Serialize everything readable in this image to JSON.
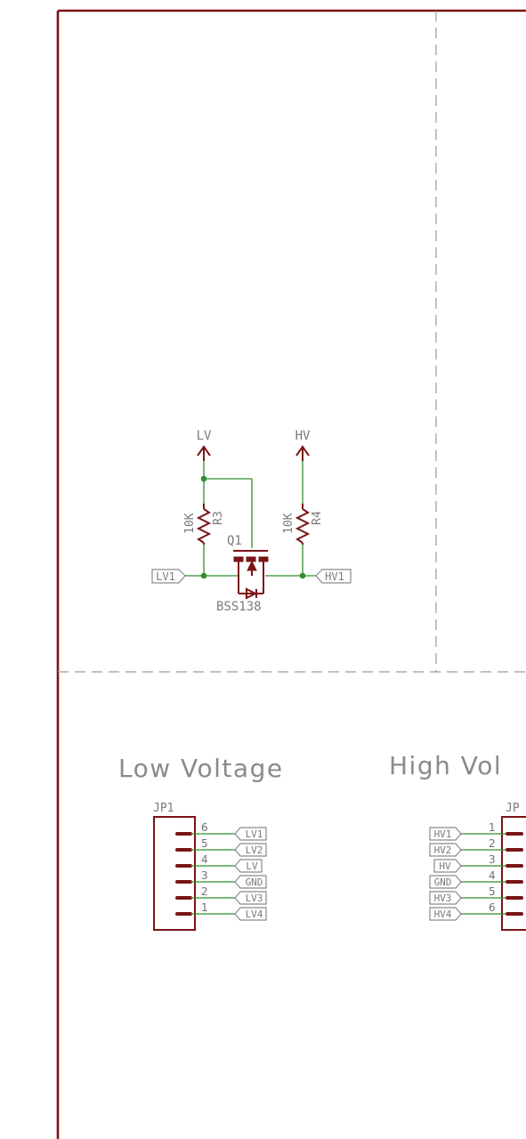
{
  "circuit": {
    "supply_lv": "LV",
    "supply_hv": "HV",
    "r3_value": "10K",
    "r3_name": "R3",
    "r4_value": "10K",
    "r4_name": "R4",
    "q1_name": "Q1",
    "q1_value": "BSS138",
    "net_left": "LV1",
    "net_right": "HV1"
  },
  "low_voltage": {
    "heading": "Low Voltage",
    "connector": "JP1",
    "pins": [
      {
        "num": "6",
        "net": "LV1"
      },
      {
        "num": "5",
        "net": "LV2"
      },
      {
        "num": "4",
        "net": "LV"
      },
      {
        "num": "3",
        "net": "GND"
      },
      {
        "num": "2",
        "net": "LV3"
      },
      {
        "num": "1",
        "net": "LV4"
      }
    ]
  },
  "high_voltage": {
    "heading": "High Vol",
    "connector": "JP",
    "pins": [
      {
        "num": "1",
        "net": "HV1"
      },
      {
        "num": "2",
        "net": "HV2"
      },
      {
        "num": "3",
        "net": "HV"
      },
      {
        "num": "4",
        "net": "GND"
      },
      {
        "num": "5",
        "net": "HV3"
      },
      {
        "num": "6",
        "net": "HV4"
      }
    ]
  },
  "colors": {
    "frame": "#7a1416",
    "wire": "#2f8f2f",
    "label": "#7b7b7b"
  }
}
